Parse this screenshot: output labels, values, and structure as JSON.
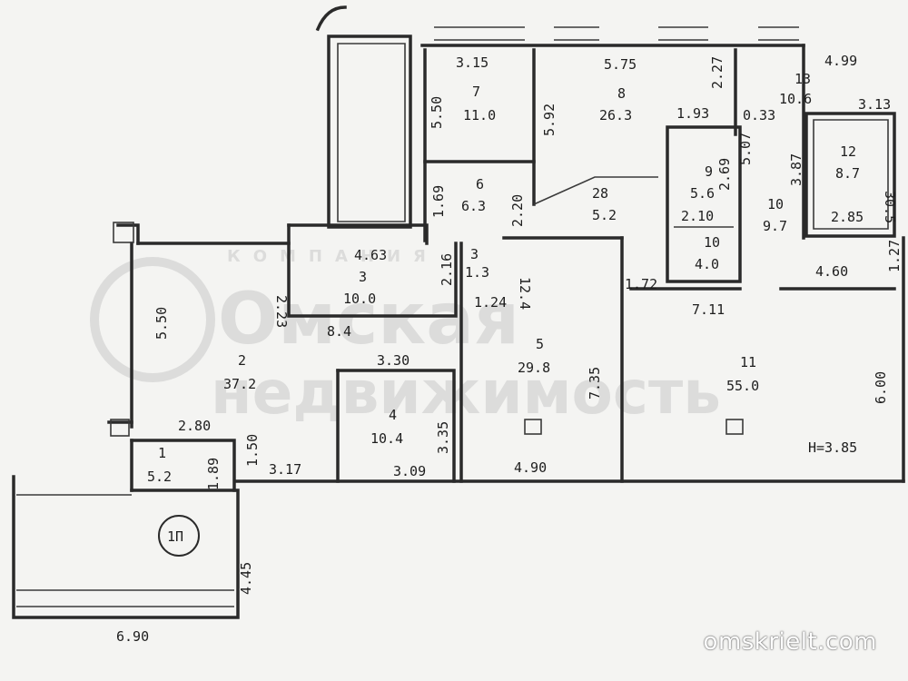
{
  "colors": {
    "ink": "#2a2a2a",
    "paper": "#f4f4f2",
    "watermark": "#c9c9c9"
  },
  "watermark": {
    "top": "КОМПАНИЯ",
    "line1": "Омская",
    "line2": "недвижимость"
  },
  "site": "omskrielt.com",
  "rooms": [
    {
      "id": "r7",
      "number": "7",
      "area": "11.0"
    },
    {
      "id": "r8",
      "number": "8",
      "area": "26.3"
    },
    {
      "id": "r13",
      "number": "13",
      "area": "10.6"
    },
    {
      "id": "r6",
      "number": "6",
      "area": "6.3"
    },
    {
      "id": "r28",
      "number": "28",
      "area": "5.2"
    },
    {
      "id": "r9",
      "number": "9",
      "area": "5.6"
    },
    {
      "id": "r12",
      "number": "12",
      "area": "8.7"
    },
    {
      "id": "r10b",
      "number": "10",
      "area": "9.7"
    },
    {
      "id": "r10a",
      "number": "10",
      "area": "4.0"
    },
    {
      "id": "r3",
      "number": "3",
      "area": "10.0"
    },
    {
      "id": "r3a",
      "number": "3",
      "area": "1.3"
    },
    {
      "id": "r2",
      "number": "2",
      "area": "37.2"
    },
    {
      "id": "r5",
      "number": "5",
      "area": "29.8"
    },
    {
      "id": "r11",
      "number": "11",
      "area": "55.0"
    },
    {
      "id": "r4",
      "number": "4",
      "area": "10.4"
    },
    {
      "id": "r1",
      "number": "1",
      "area": "5.2"
    }
  ],
  "dims": [
    "3.15",
    "5.75",
    "2.27",
    "4.99",
    "5.50",
    "5.92",
    "1.93",
    "0.33",
    "3.13",
    "5.07",
    "3.87",
    "30.5",
    "1.69",
    "2.20",
    "2.69",
    "2.10",
    "2.85",
    "4.63",
    "12.4",
    "1.72",
    "4.60",
    "1.27",
    "2.23",
    "2.16",
    "1.24",
    "7.11",
    "5.50",
    "8.4",
    "3.30",
    "7.35",
    "6.00",
    "2.80",
    "1.50",
    "3.17",
    "3.35",
    "3.09",
    "4.90",
    "1.89",
    "4.45",
    "6.90"
  ],
  "height_note": "Н=3.85",
  "stair_label": "1П"
}
